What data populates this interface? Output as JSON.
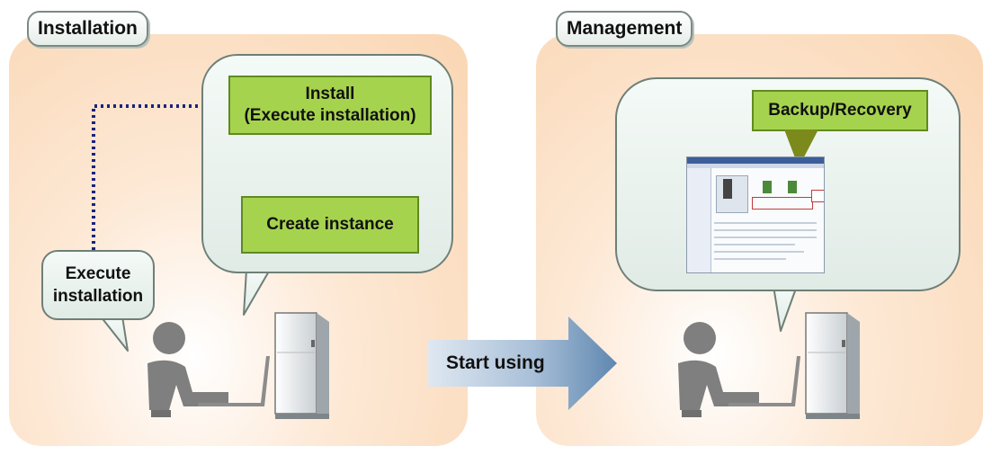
{
  "installation": {
    "tab_label": "Installation",
    "install_line1": "Install",
    "install_line2": "(Execute installation)",
    "create_instance": "Create instance",
    "user_bubble_line1": "Execute",
    "user_bubble_line2": "installation"
  },
  "transition": {
    "label": "Start using"
  },
  "management": {
    "tab_label": "Management",
    "backup_label": "Backup/Recovery"
  },
  "colors": {
    "panel": "#fad6b3",
    "label_box": "#a6d34e",
    "bubble": "#e1ebe6",
    "dotted_connector": "#1a237e",
    "arrow": "#6b8fb5"
  },
  "icons": [
    "person-at-laptop-icon",
    "server-tower-icon",
    "down-arrow-icon",
    "management-screenshot-thumbnail"
  ]
}
